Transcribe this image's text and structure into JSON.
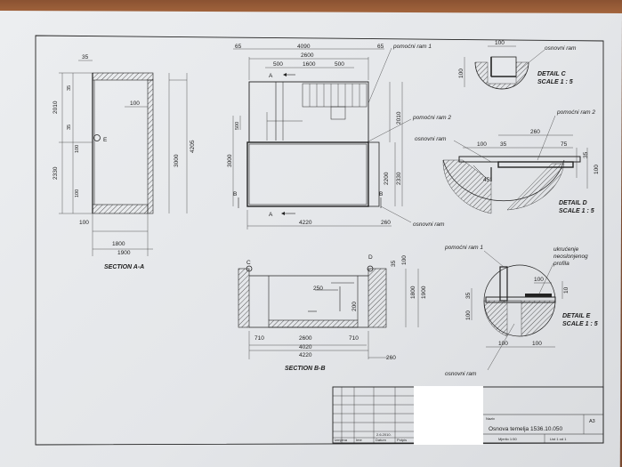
{
  "section_aa": {
    "title": "SECTION A-A",
    "dims": {
      "top": "35",
      "h1": "2010",
      "h2": "35",
      "h3": "100",
      "h4": "2330",
      "h5": "100",
      "w_in": "100",
      "h_total": "4205",
      "h_inner": "3000",
      "w_bottom": "100",
      "w1": "1800",
      "w2": "1900"
    },
    "mark": "E"
  },
  "plan": {
    "dims": {
      "left": "65",
      "top": "4090",
      "right": "65",
      "inner": "2600",
      "a": "500",
      "b": "1600",
      "c": "500",
      "side_a": "500",
      "side_h": "3000",
      "right1": "2010",
      "right2": "2200",
      "right3": "2330",
      "bottom": "4220",
      "bottom_r": "260"
    },
    "labels": {
      "pr1": "pomoćni ram 1",
      "pr2": "pomoćni ram 2",
      "or": "osnovni ram",
      "a": "A",
      "b": "B"
    }
  },
  "section_bb": {
    "title": "SECTION B-B",
    "dims": {
      "d250": "250",
      "d200": "200",
      "w1": "710",
      "w2": "2600",
      "w3": "710",
      "w4": "4020",
      "w5": "4220",
      "w6": "260",
      "h35": "35",
      "h100": "100",
      "h1800": "1800",
      "h1900": "1900"
    },
    "marks": {
      "c": "C",
      "d": "D"
    }
  },
  "detail_c": {
    "title": "DETAIL C",
    "scale": "SCALE 1 : 5",
    "d1": "100",
    "d2": "100",
    "label": "osnovni ram"
  },
  "detail_d": {
    "title": "DETAIL D",
    "scale": "SCALE 1 : 5",
    "l1": "pomoćni ram 2",
    "l2": "osnovni ram",
    "d1": "260",
    "d2": "100",
    "d3": "35",
    "d4": "75",
    "d5": "35",
    "d6": "100",
    "angle": "45°"
  },
  "detail_e": {
    "title": "DETAIL E",
    "scale": "SCALE 1 : 5",
    "l1": "pomoćni ram 1",
    "l2": "ukrućenje",
    "l3": "neoslonjenog",
    "l4": "profila",
    "l5": "osnovni ram",
    "d1": "100",
    "d2": "10",
    "d3": "35",
    "d4": "100",
    "d5": "100",
    "d6": "100"
  },
  "titleblock": {
    "name": "Osnova temelja 1536.10.050",
    "format": "A3",
    "date": "2.6.2010.",
    "small": [
      "Ime",
      "Datum",
      "Potpis",
      "Mjerilo 1:50",
      "List 1 od 1",
      "Naziv",
      "Izmjena"
    ]
  }
}
